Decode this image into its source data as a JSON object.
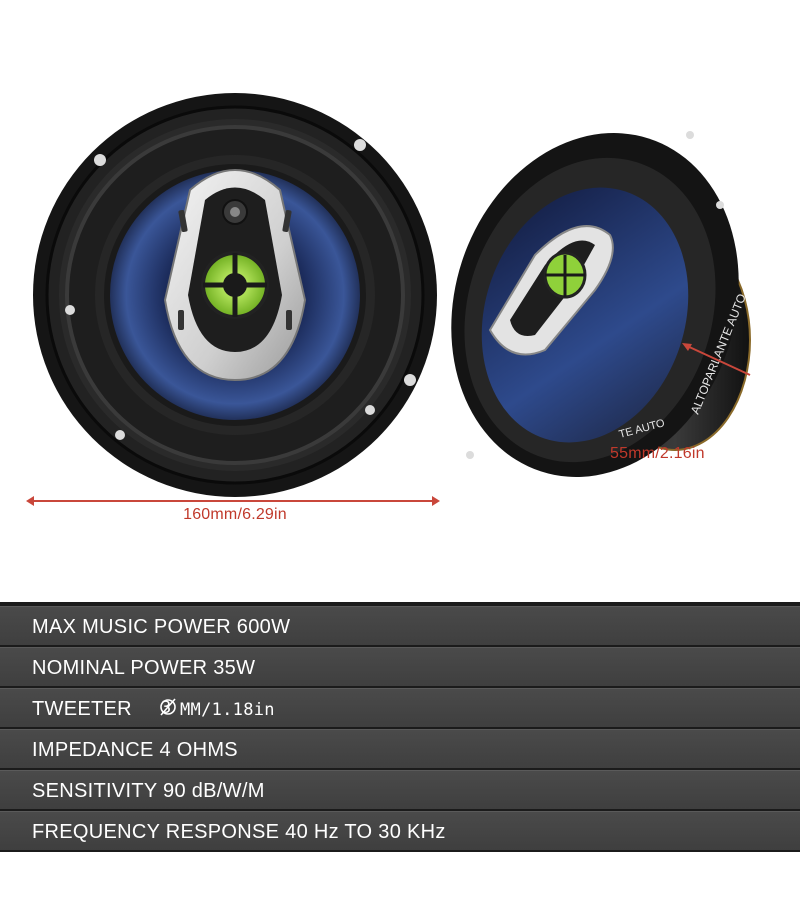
{
  "dimensions": {
    "width": "160mm/6.29in",
    "depth": "55mm/2.16in"
  },
  "speaker_labels": {
    "magnet_text": "ALTOPARLANTE AUTO",
    "magnet_text_short": "TE AUTO"
  },
  "specs": {
    "max_power": "MAX MUSIC POWER 600W",
    "nominal_power": "NOMINAL POWER 35W",
    "tweeter_prefix": "TWEETER",
    "tweeter_digit": "3",
    "tweeter_value": "MM/1.18in",
    "impedance": "IMPEDANCE 4 OHMS",
    "sensitivity": "SENSITIVITY 90 dB/W/M",
    "frequency": "FREQUENCY RESPONSE 40 Hz TO 30 KHz"
  },
  "colors": {
    "accent_red": "#c9473b",
    "cone_blue": "#2f4a8a",
    "woofer_green": "#8fd13a",
    "spec_bar": "#444444"
  }
}
